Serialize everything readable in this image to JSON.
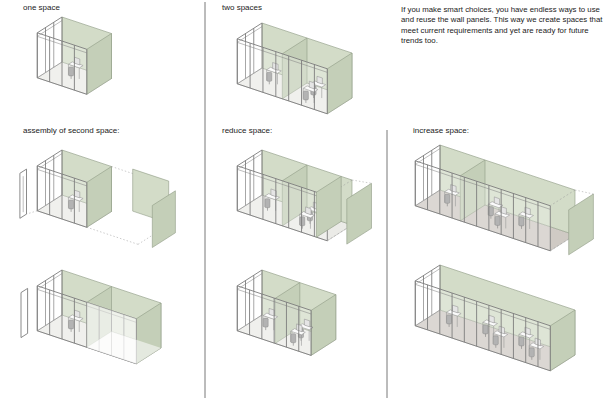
{
  "diagram": {
    "labels": [
      "one space",
      "two spaces",
      "If you make smart choices, you have endless ways to use and reuse the wall panels. This way we create spaces that meet current requirements and yet are ready for future trends too.",
      "assembly of second space:",
      "reduce space:",
      "increase space:"
    ]
  }
}
